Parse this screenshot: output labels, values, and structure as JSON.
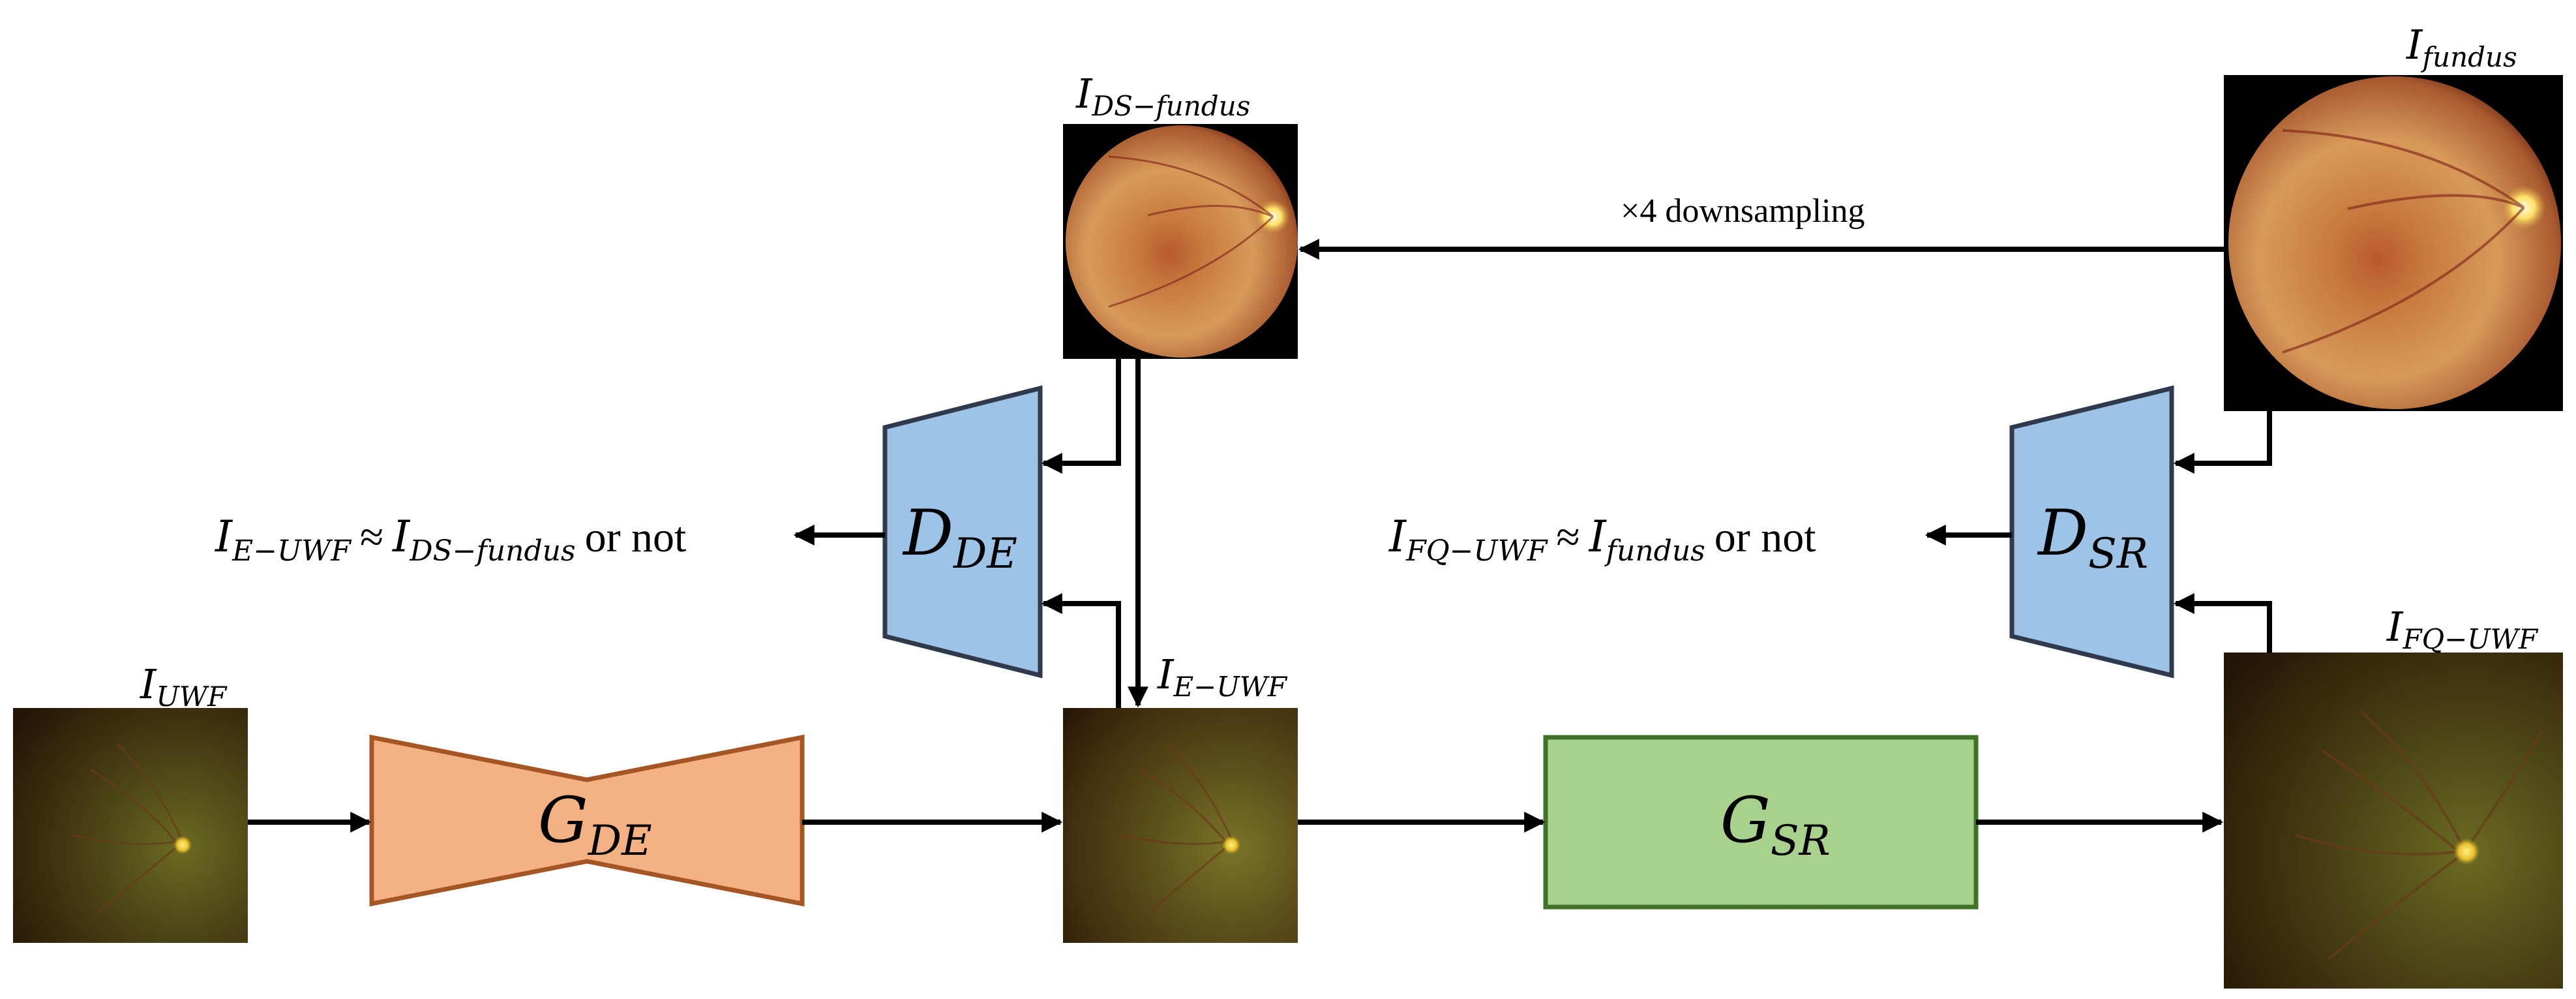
{
  "images": {
    "uwf": {
      "main": "I",
      "sub": "UWF"
    },
    "e_uwf": {
      "main": "I",
      "sub": "E−UWF"
    },
    "ds_fundus": {
      "main": "I",
      "sub": "DS−fundus"
    },
    "fundus": {
      "main": "I",
      "sub": "fundus"
    },
    "fq_uwf": {
      "main": "I",
      "sub": "FQ−UWF"
    }
  },
  "blocks": {
    "g_de": {
      "main": "G",
      "sub": "DE",
      "fill": "#f4b183",
      "stroke": "#a65525"
    },
    "d_de": {
      "main": "D",
      "sub": "DE",
      "fill": "#9dc3e6",
      "stroke": "#2f3b4c"
    },
    "g_sr": {
      "main": "G",
      "sub": "SR",
      "fill": "#a9d18e",
      "stroke": "#3f7128"
    },
    "d_sr": {
      "main": "D",
      "sub": "SR",
      "fill": "#9dc3e6",
      "stroke": "#2f3b4c"
    }
  },
  "outputs": {
    "de": {
      "lhs_main": "I",
      "lhs_sub": "E−UWF",
      "approx": "≈",
      "rhs_main": "I",
      "rhs_sub": "DS−fundus",
      "suffix": "or not"
    },
    "sr": {
      "lhs_main": "I",
      "lhs_sub": "FQ−UWF",
      "approx": "≈",
      "rhs_main": "I",
      "rhs_sub": "fundus",
      "suffix": "or not"
    }
  },
  "annotations": {
    "downsampling": "×4 downsampling"
  },
  "colors": {
    "arrow": "#000000",
    "uwf_dark": "#2e1a07",
    "uwf_green": "#4a5a1c",
    "fundus_orange": "#c8713a",
    "fundus_red": "#8a2e1a",
    "optic_disc": "#ffe066"
  }
}
